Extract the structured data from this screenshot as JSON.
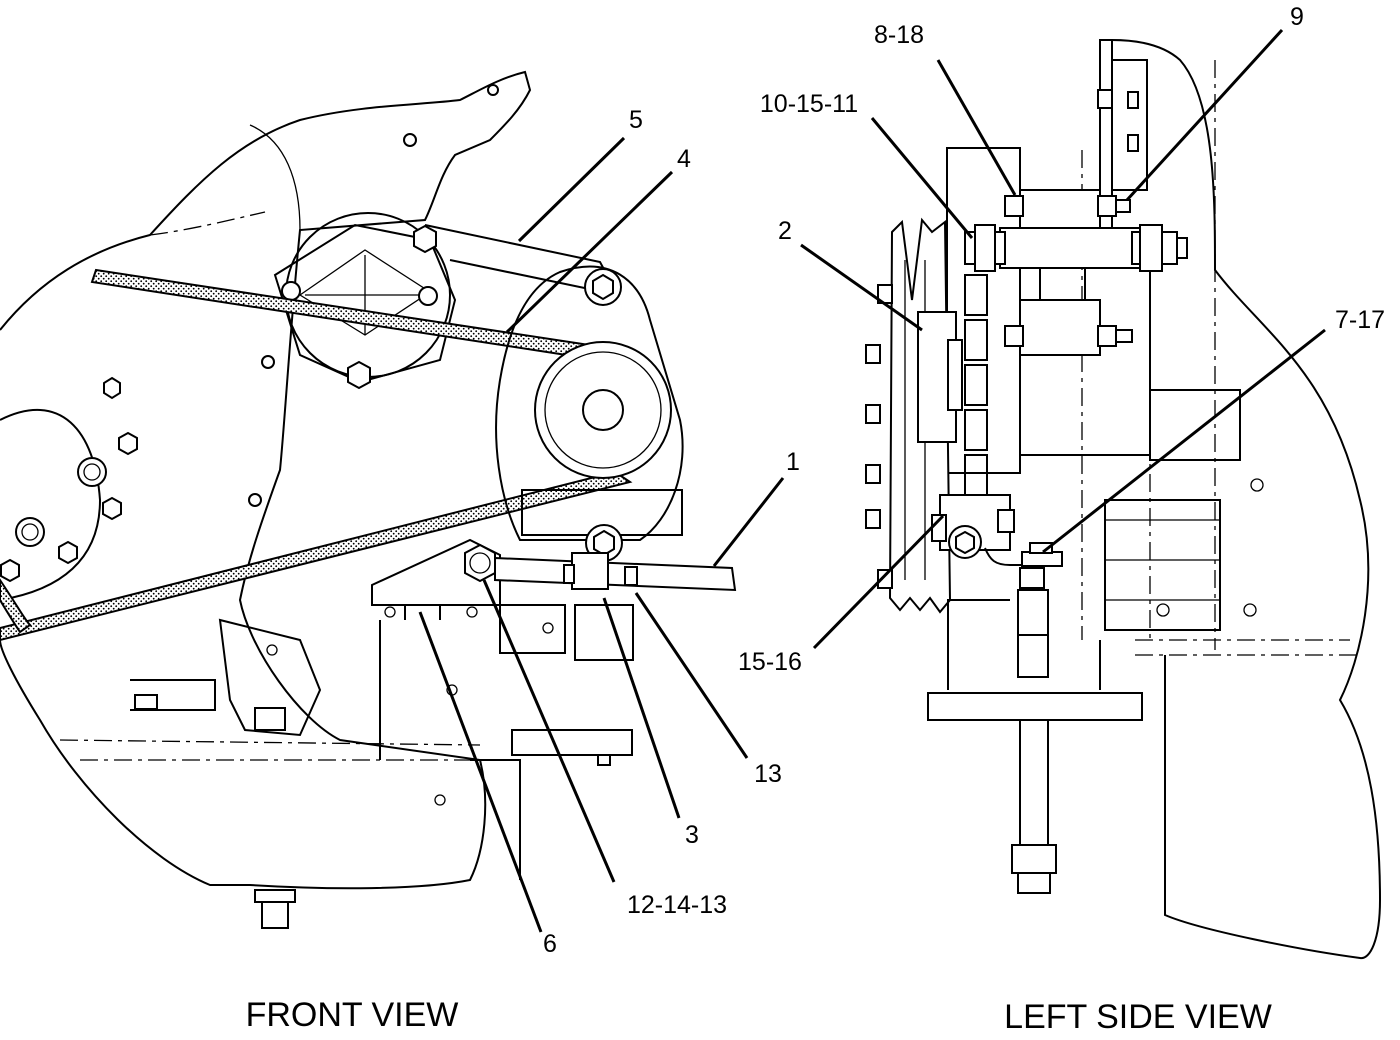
{
  "views": [
    {
      "id": "front",
      "caption": "FRONT VIEW"
    },
    {
      "id": "side",
      "caption": "LEFT SIDE VIEW"
    }
  ],
  "callouts": {
    "front": [
      "5",
      "4",
      "1",
      "13",
      "3",
      "12-14-13",
      "6"
    ],
    "side": [
      "8-18",
      "9",
      "10-15-11",
      "2",
      "7-17",
      "15-16"
    ]
  }
}
